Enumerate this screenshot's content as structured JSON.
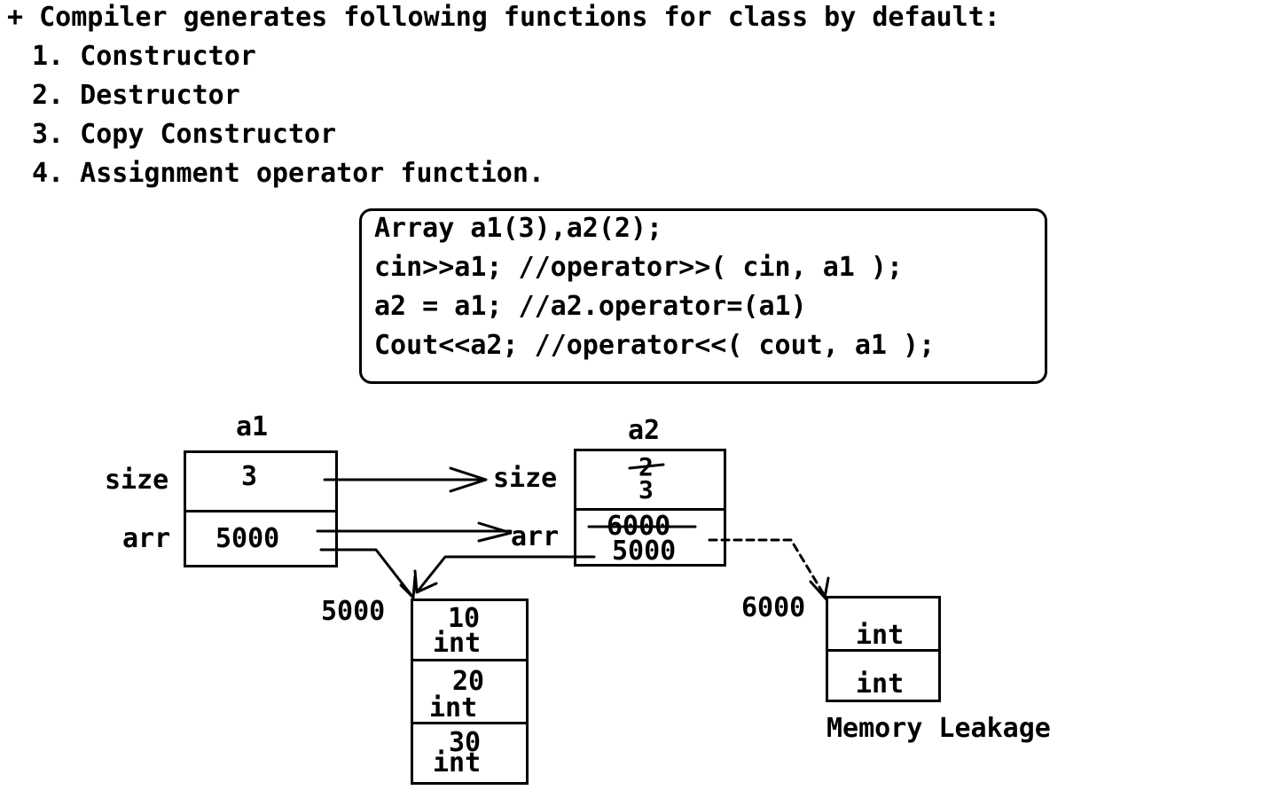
{
  "intro": {
    "heading": "+ Compiler generates following functions for class by default:",
    "items": [
      "1. Constructor",
      "2. Destructor",
      "3. Copy Constructor",
      "4. Assignment operator function."
    ]
  },
  "code": {
    "lines": [
      "Array a1(3),a2(2);",
      "cin>>a1; //operator>>( cin, a1 );",
      "a2 = a1; //a2.operator=(a1)",
      "Cout<<a2; //operator<<( cout, a1 );"
    ]
  },
  "diagram": {
    "a1": {
      "name": "a1",
      "size_label": "size",
      "arr_label": "arr",
      "size_value": "3",
      "arr_value": "5000"
    },
    "a2": {
      "name": "a2",
      "size_label": "size",
      "arr_label": "arr",
      "size_old": "2",
      "size_new": "3",
      "arr_old": "6000",
      "arr_new": "5000"
    },
    "block5000": {
      "address": "5000",
      "cells": [
        {
          "value": "10",
          "type": "int"
        },
        {
          "value": "20",
          "type": "int"
        },
        {
          "value": "30",
          "type": "int"
        }
      ]
    },
    "block6000": {
      "address": "6000",
      "cells": [
        {
          "type": "int"
        },
        {
          "type": "int"
        }
      ],
      "caption": "Memory Leakage"
    }
  }
}
